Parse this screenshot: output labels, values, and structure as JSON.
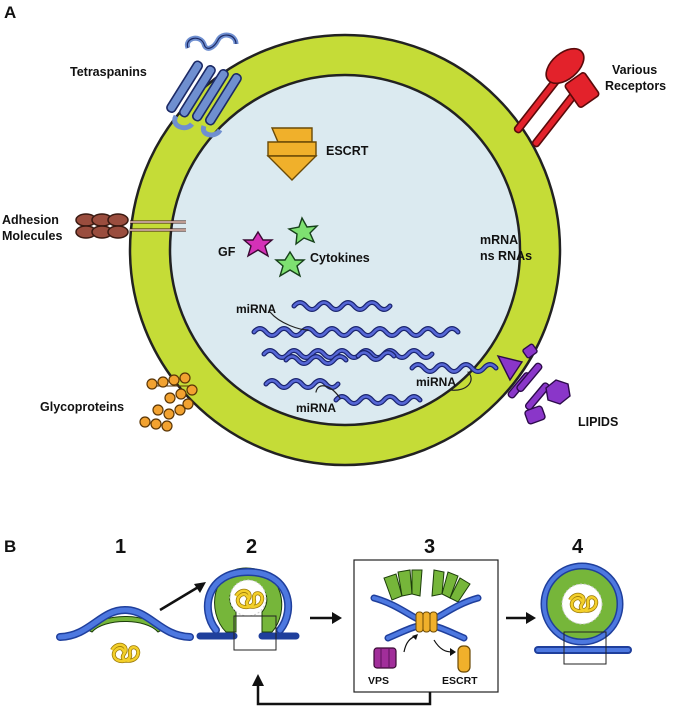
{
  "panel_a": {
    "letter": "A",
    "labels": {
      "tetraspanins": "Tetraspanins",
      "various_receptors_1": "Various",
      "various_receptors_2": "Receptors",
      "escrt": "ESCRT",
      "adhesion_1": "Adhesion",
      "adhesion_2": "Molecules",
      "gf": "GF",
      "cytokines": "Cytokines",
      "mrna": "mRNA",
      "ns_rnas": "ns RNAs",
      "mirna_a": "miRNA",
      "mirna_b": "miRNA",
      "mirna_c": "miRNA",
      "glycoproteins": "Glycoproteins",
      "lipids": "LIPIDS"
    }
  },
  "panel_b": {
    "letter": "B",
    "steps": [
      "1",
      "2",
      "3",
      "4"
    ],
    "vps": "VPS",
    "escrt": "ESCRT"
  },
  "colors": {
    "membrane": "#c5dc37",
    "lumen": "#dbeaf0",
    "tetraspanin": "#6f8fd0",
    "receptor": "#e3222b",
    "escrt": "#f0b02b",
    "adhesion": "#9a4d3e",
    "gf_star": "#d431b7",
    "cytokine_star": "#7ee071",
    "rna": "#3a48b6",
    "lipid": "#8a36c9",
    "glyco": "#f2a230",
    "blue_membrane": "#3b66d6",
    "vps": "#a12e9a",
    "green_coat": "#76b63a",
    "cargo": "#f3cf2a"
  }
}
